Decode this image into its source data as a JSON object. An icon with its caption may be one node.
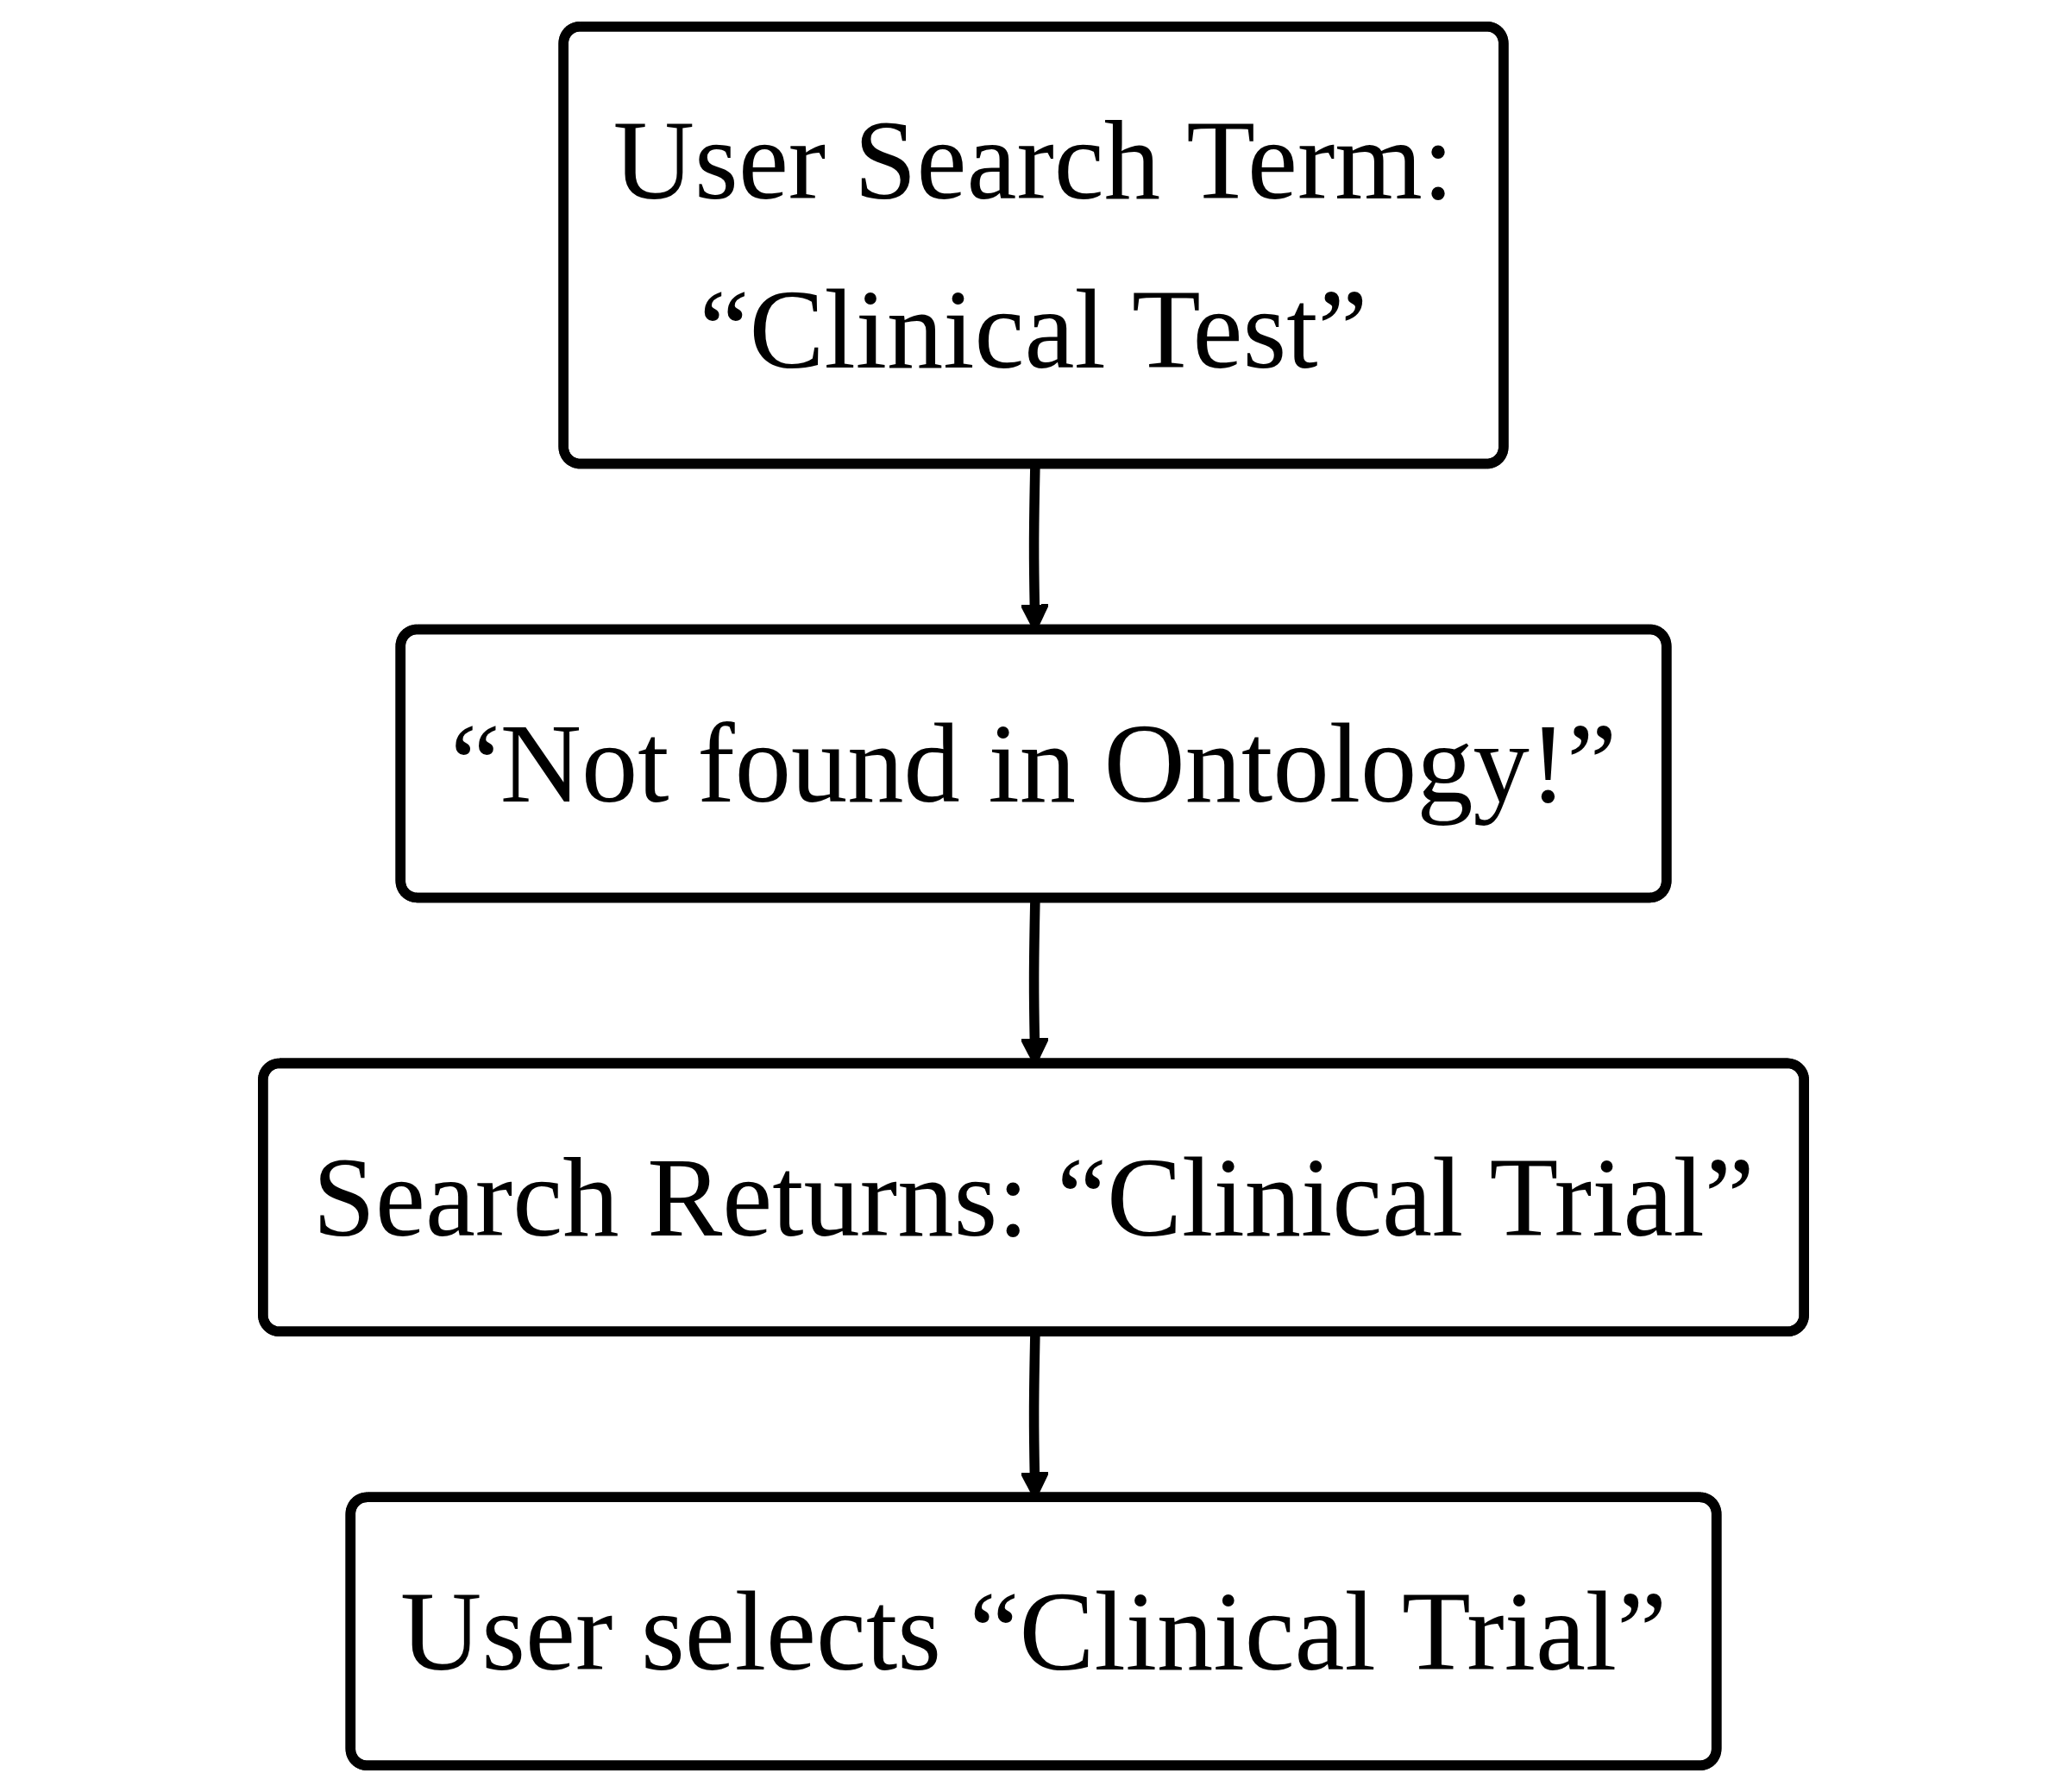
{
  "diagram": {
    "nodes": [
      {
        "text": [
          "User Search Term:",
          "“Clinical Test”"
        ]
      },
      {
        "text": [
          "“Not found in Ontology!”"
        ]
      },
      {
        "text": [
          "Search Returns: “Clinical Trial”"
        ]
      },
      {
        "text": [
          "User selects “Clinical Trial”"
        ]
      }
    ],
    "edges": [
      {
        "from": 0,
        "to": 1,
        "arrow": "to"
      },
      {
        "from": 1,
        "to": 2,
        "arrow": "to"
      },
      {
        "from": 2,
        "to": 3,
        "arrow": "to"
      }
    ]
  }
}
